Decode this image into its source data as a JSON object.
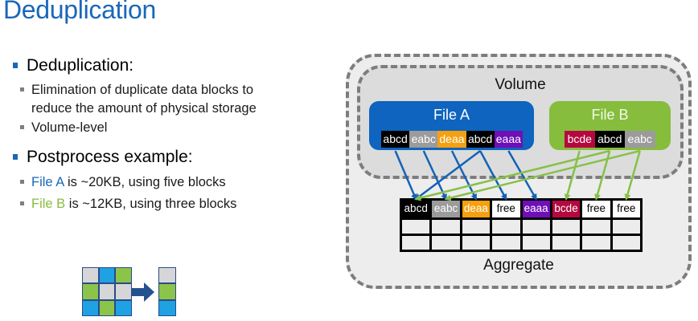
{
  "title": "Deduplication",
  "bullets": [
    {
      "text": "Deduplication:",
      "subs": [
        {
          "line1": "Elimination of duplicate data blocks to",
          "line2": "reduce the amount of physical storage"
        },
        {
          "line1": "Volume-level"
        }
      ]
    },
    {
      "text": "Postprocess example:",
      "subs": [
        {
          "highlight": "File A",
          "rest": " is ~20KB, using five blocks"
        },
        {
          "highlight": "File B",
          "rest": " is ~12KB, using three blocks"
        }
      ]
    }
  ],
  "icon": {
    "name": "deduplication-icon",
    "grid": [
      "gray",
      "blue",
      "green",
      "green",
      "gray",
      "gray",
      "blue",
      "green",
      "blue"
    ],
    "column": [
      "gray",
      "green",
      "blue"
    ]
  },
  "diagram": {
    "volume_label": "Volume",
    "aggregate_label": "Aggregate",
    "files": [
      {
        "name": "File A",
        "color": "#0e64be",
        "blocks": [
          {
            "label": "abcd",
            "color": "#000000"
          },
          {
            "label": "eabc",
            "color": "#9b9b9b"
          },
          {
            "label": "deaa",
            "color": "#f5a00f"
          },
          {
            "label": "abcd",
            "color": "#000000"
          },
          {
            "label": "eaaa",
            "color": "#6e0fb8"
          }
        ]
      },
      {
        "name": "File B",
        "color": "#86bd3d",
        "blocks": [
          {
            "label": "bcde",
            "color": "#b5083f"
          },
          {
            "label": "abcd",
            "color": "#000000"
          },
          {
            "label": "eabc",
            "color": "#9b9b9b"
          }
        ]
      }
    ],
    "aggregate_blocks": [
      {
        "label": "abcd",
        "color": "#000000",
        "text": "#ffffff"
      },
      {
        "label": "eabc",
        "color": "#9b9b9b",
        "text": "#ffffff"
      },
      {
        "label": "deaa",
        "color": "#f5a00f",
        "text": "#ffffff"
      },
      {
        "label": "free",
        "color": "#ffffff",
        "text": "#000000"
      },
      {
        "label": "eaaa",
        "color": "#6e0fb8",
        "text": "#ffffff"
      },
      {
        "label": "bcde",
        "color": "#b5083f",
        "text": "#ffffff"
      },
      {
        "label": "free",
        "color": "#ffffff",
        "text": "#000000"
      },
      {
        "label": "free",
        "color": "#ffffff",
        "text": "#000000"
      }
    ],
    "aggregate_empty_rows": 2,
    "arrows": [
      {
        "from_file": 0,
        "from_block": 0,
        "to_slot": 0,
        "color": "#1462b8"
      },
      {
        "from_file": 0,
        "from_block": 1,
        "to_slot": 1,
        "color": "#1462b8"
      },
      {
        "from_file": 0,
        "from_block": 2,
        "to_slot": 2,
        "color": "#1462b8"
      },
      {
        "from_file": 0,
        "from_block": 3,
        "to_slot": 3,
        "color": "#1462b8"
      },
      {
        "from_file": 0,
        "from_block": 4,
        "to_slot": 4,
        "color": "#1462b8"
      },
      {
        "from_file": 0,
        "from_block": 3,
        "to_slot": 0,
        "color": "#1462b8"
      },
      {
        "from_file": 1,
        "from_block": 1,
        "to_slot": 0,
        "color": "#86c149"
      },
      {
        "from_file": 1,
        "from_block": 2,
        "to_slot": 1,
        "color": "#86c149"
      },
      {
        "from_file": 1,
        "from_block": 0,
        "to_slot": 5,
        "color": "#86c149"
      },
      {
        "from_file": 1,
        "from_block": 1,
        "to_slot": 6,
        "color": "#86c149"
      },
      {
        "from_file": 1,
        "from_block": 2,
        "to_slot": 7,
        "color": "#86c149"
      }
    ]
  }
}
